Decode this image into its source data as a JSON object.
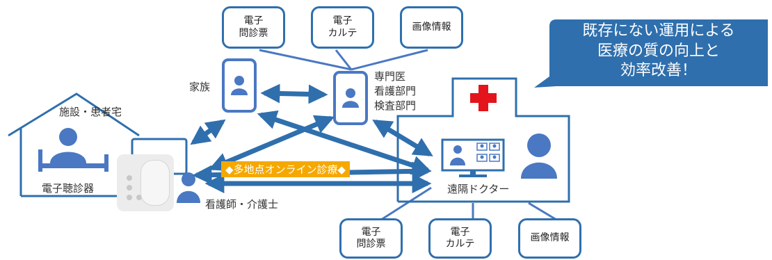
{
  "callout": {
    "line1": "既存にない運用による",
    "line2": "医療の質の向上と",
    "line3": "効率改善！"
  },
  "top_cards": [
    {
      "line1": "電子",
      "line2": "問診票"
    },
    {
      "line1": "電子",
      "line2": "カルテ"
    },
    {
      "line1": "画像情報",
      "line2": ""
    }
  ],
  "bottom_cards": [
    {
      "line1": "電子",
      "line2": "問診票"
    },
    {
      "line1": "電子",
      "line2": "カルテ"
    },
    {
      "line1": "画像情報",
      "line2": ""
    }
  ],
  "labels": {
    "family": "家族",
    "specialist_line1": "専門医",
    "specialist_line2": "看護部門",
    "specialist_line3": "検査部門",
    "facility": "施設・患者宅",
    "stethoscope": "電子聴診器",
    "nurse": "看護師・介護士",
    "remote_doctor": "遠隔ドクター",
    "banner": "◆多地点オンライン診療◆"
  },
  "colors": {
    "primary": "#2f6fad",
    "icon": "#4a78c2",
    "callout": "#2f6fad",
    "banner": "#f5a800",
    "cross": "#e3141b"
  }
}
